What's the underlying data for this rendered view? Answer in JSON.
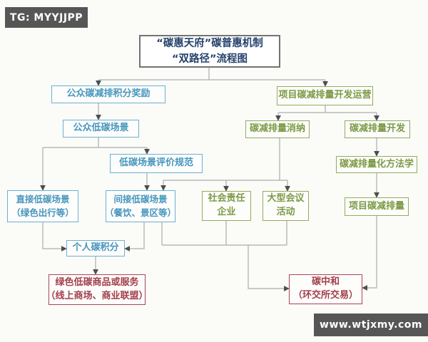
{
  "watermarks": {
    "telegram": "TG: MYYJJPP",
    "website": "www.wtjxmy.com"
  },
  "title": {
    "line1": "“碳惠天府”碳普惠机制",
    "line2": "“双路径”流程图"
  },
  "nodes": {
    "public_reward": {
      "label": "公众碳减排积分奖励"
    },
    "public_scene": {
      "label": "公众低碳场景"
    },
    "scene_standard": {
      "label": "低碳场景评价规范"
    },
    "direct_scene": {
      "line1": "直接低碳场景",
      "line2": "（绿色出行等）"
    },
    "indirect_scene": {
      "line1": "间接低碳场景",
      "line2": "（餐饮、景区等）"
    },
    "personal_credit": {
      "label": "个人碳积分"
    },
    "green_goods": {
      "line1": "绿色低碳商品或服务",
      "line2": "（线上商场、商业联盟）"
    },
    "project_dev": {
      "label": "项目碳减排量开发运营"
    },
    "absorb": {
      "label": "碳减排量消纳"
    },
    "develop": {
      "label": "碳减排量开发"
    },
    "methodology": {
      "label": "碳减排量化方法学"
    },
    "project_credit": {
      "label": "项目碳减排量"
    },
    "csr_company": {
      "line1": "社会责任",
      "line2": "企业"
    },
    "conference": {
      "line1": "大型会议",
      "line2": "活动"
    },
    "carbon_neutral": {
      "line1": "碳中和",
      "line2": "（环交所交易）"
    }
  },
  "colors": {
    "public_path_text": "#4796bd",
    "public_path_border": "#6cb0d2",
    "project_path_text": "#7c9a45",
    "project_path_border": "#93ab5e",
    "outcome_text": "#a33f4b",
    "outcome_border": "#ab4550",
    "title_text": "#24426b",
    "connector": "#a9adb0",
    "watermark_bg": "#565656"
  }
}
